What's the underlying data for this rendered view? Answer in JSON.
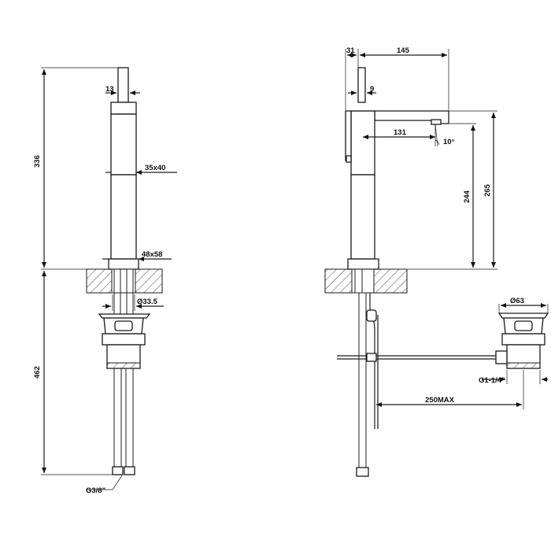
{
  "front_view": {
    "dims": {
      "lever_width": "13",
      "spout_section": "35x40",
      "base_section": "48x58",
      "shank_diameter": "Ø33.5",
      "height_above": "336",
      "height_below": "462",
      "hose_thread": "G3/8\""
    }
  },
  "side_view": {
    "dims": {
      "lever_offset": "31",
      "spout_reach": "145",
      "lever_width": "9",
      "outlet_reach": "131",
      "outlet_angle": "10°",
      "outlet_height": "244",
      "spout_height": "265",
      "waste_diameter": "Ø63",
      "waste_thread": "G1-1/4\"",
      "rod_length": "250MAX"
    }
  }
}
